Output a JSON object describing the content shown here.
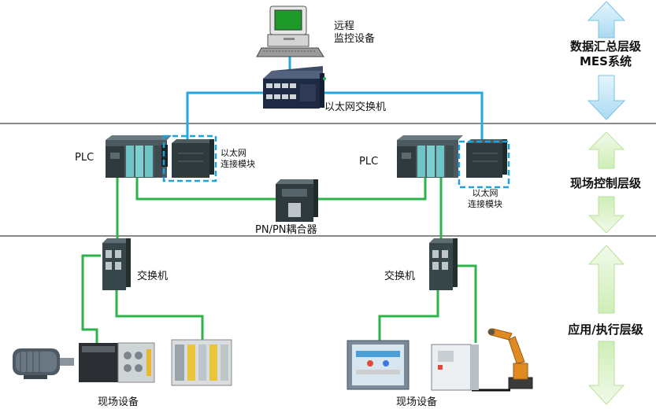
{
  "labels": {
    "remote_monitor": [
      "远程",
      "监控设备"
    ],
    "ethernet_switch": "以太网交换机",
    "plc_left": "PLC",
    "plc_right": "PLC",
    "eth_module_left": [
      "以太网",
      "连接模块"
    ],
    "eth_module_right": [
      "以太网",
      "连接模块"
    ],
    "coupler": "PN/PN耦合器",
    "switch_left": "交换机",
    "switch_right": "交换机",
    "field_left": "现场设备",
    "field_right": "现场设备"
  },
  "layers": [
    {
      "lines": [
        "数据汇总层级",
        "MES系统"
      ],
      "color": "#a9daf2",
      "edge": "#7cc3e6"
    },
    {
      "lines": [
        "现场控制层级"
      ],
      "color": "#d8f1c2",
      "edge": "#b7e29a"
    },
    {
      "lines": [
        "应用/执行层级"
      ],
      "color": "#d8f1c2",
      "edge": "#b7e29a"
    }
  ],
  "colors": {
    "ethernet_line": "#22a7e0",
    "field_line": "#2db34a",
    "module_dash": "#1aa3dc",
    "divider": "#444444"
  }
}
